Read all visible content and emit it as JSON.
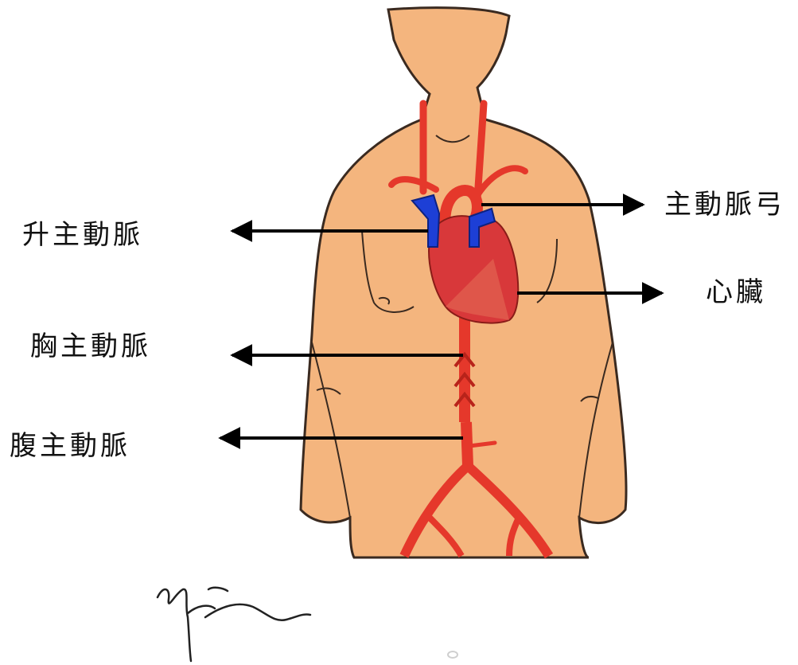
{
  "labels": {
    "ascending_aorta": "升主動脈",
    "aortic_arch": "主動脈弓",
    "heart": "心臟",
    "thoracic_aorta": "胸主動脈",
    "abdominal_aorta": "腹主動脈"
  },
  "colors": {
    "skin": "#F4B57E",
    "skin_outline": "#3a2a20",
    "artery": "#E5382B",
    "artery_dark": "#B8231A",
    "vein": "#1D3FD6",
    "heart": "#D8383A",
    "arrow": "#000000"
  },
  "icons": {
    "signature": "handwritten-signature"
  }
}
